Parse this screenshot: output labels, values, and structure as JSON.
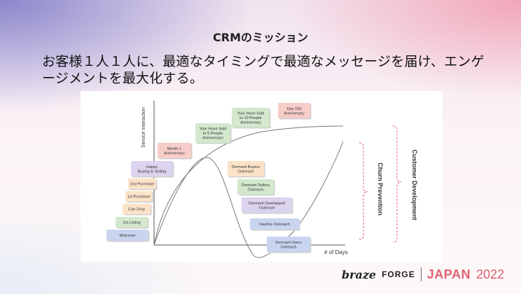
{
  "slide": {
    "title": "CRMのミッション",
    "message": "お客様１人１人に、最適なタイミングで最適なメッセージを届け、エンゲージメントを最大化する。"
  },
  "diagram": {
    "y_axis_label": "Service Interaction",
    "x_axis_label": "# of Days",
    "bracket_labels": {
      "churn": "Churn Prevention",
      "development": "Customer Development"
    },
    "stages": [
      {
        "id": "welcome",
        "lines": [
          "Welcome"
        ],
        "color": "#c9d5ef"
      },
      {
        "id": "first-listing",
        "lines": [
          "1st Listing"
        ],
        "color": "#d3e8cc"
      },
      {
        "id": "cart-drop",
        "lines": [
          "Cart Drop"
        ],
        "color": "#fbe3c8"
      },
      {
        "id": "first-purchase",
        "lines": [
          "1st Purchase"
        ],
        "color": "#fbe3c8"
      },
      {
        "id": "second-purchase",
        "lines": [
          "2nd Purchase"
        ],
        "color": "#fbe3c8"
      },
      {
        "id": "happy-buying",
        "lines": [
          "Happy",
          "Buying & Selling"
        ],
        "color": "#dcd4ee"
      },
      {
        "id": "month-1",
        "lines": [
          "Month 1",
          "Anniversary"
        ],
        "color": "#f6cdc9"
      },
      {
        "id": "sold-5",
        "lines": [
          "Your Have Sold",
          "to 5 People",
          "Anniversary"
        ],
        "color": "#d3e8cc"
      },
      {
        "id": "sold-10",
        "lines": [
          "Your Have Sold",
          "to 10 People",
          "Anniversary"
        ],
        "color": "#d3e8cc"
      },
      {
        "id": "day-100",
        "lines": [
          "Day 100",
          "Anniversary"
        ],
        "color": "#f6cdc9"
      },
      {
        "id": "dormant-buyers",
        "lines": [
          "Dormant Buyers",
          "Outreach"
        ],
        "color": "#fbe3c8"
      },
      {
        "id": "dormant-sellers",
        "lines": [
          "Dormant Sellers",
          "Outreach"
        ],
        "color": "#d3e8cc"
      },
      {
        "id": "dormant-overlapped",
        "lines": [
          "Dormant Overlapped",
          "Outreach"
        ],
        "color": "#dcd4ee"
      },
      {
        "id": "inactive",
        "lines": [
          "Inactive Outreach"
        ],
        "color": "#c9d5ef"
      },
      {
        "id": "dormant-users",
        "lines": [
          "Dormant Users",
          "Outreach"
        ],
        "color": "#c9d5ef"
      }
    ]
  },
  "footer": {
    "brand": "braze",
    "event": "FORGE",
    "region": "JAPAN",
    "year": "2022"
  }
}
